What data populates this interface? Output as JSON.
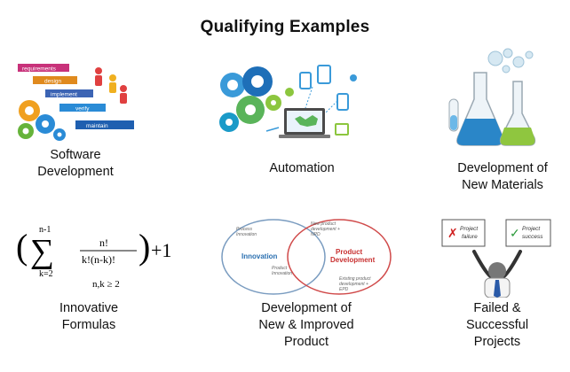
{
  "title": "Qualifying Examples",
  "items": [
    {
      "caption": [
        "Software",
        "Development"
      ],
      "image_labels": [
        "requirements",
        "design",
        "implement",
        "verify",
        "maintain"
      ]
    },
    {
      "caption": [
        "Automation"
      ]
    },
    {
      "caption": [
        "Development of",
        "New Materials"
      ]
    },
    {
      "caption": [
        "Innovative",
        "Formulas"
      ],
      "formula": {
        "upper_limit": "n-1",
        "lower_limit": "k=2",
        "numerator": "n!",
        "denominator": "k!(n-k)!",
        "suffix": "+1",
        "condition": "n,k ≥ 2"
      }
    },
    {
      "caption": [
        "Development of",
        "New & Improved",
        "Product"
      ],
      "venn": {
        "left_label": "Innovation",
        "right_label": [
          "Product",
          "Development"
        ],
        "notes": [
          "Process",
          "Innovation",
          "New product",
          "development +",
          "NPD",
          "Product",
          "Innovation",
          "Existing product",
          "development +",
          "EPD"
        ]
      }
    },
    {
      "caption": [
        "Failed &",
        "Successful",
        "Projects"
      ],
      "options": [
        {
          "mark": "✗",
          "lines": [
            "Project",
            "failure"
          ]
        },
        {
          "mark": "✓",
          "lines": [
            "Project",
            "success"
          ]
        }
      ]
    }
  ]
}
